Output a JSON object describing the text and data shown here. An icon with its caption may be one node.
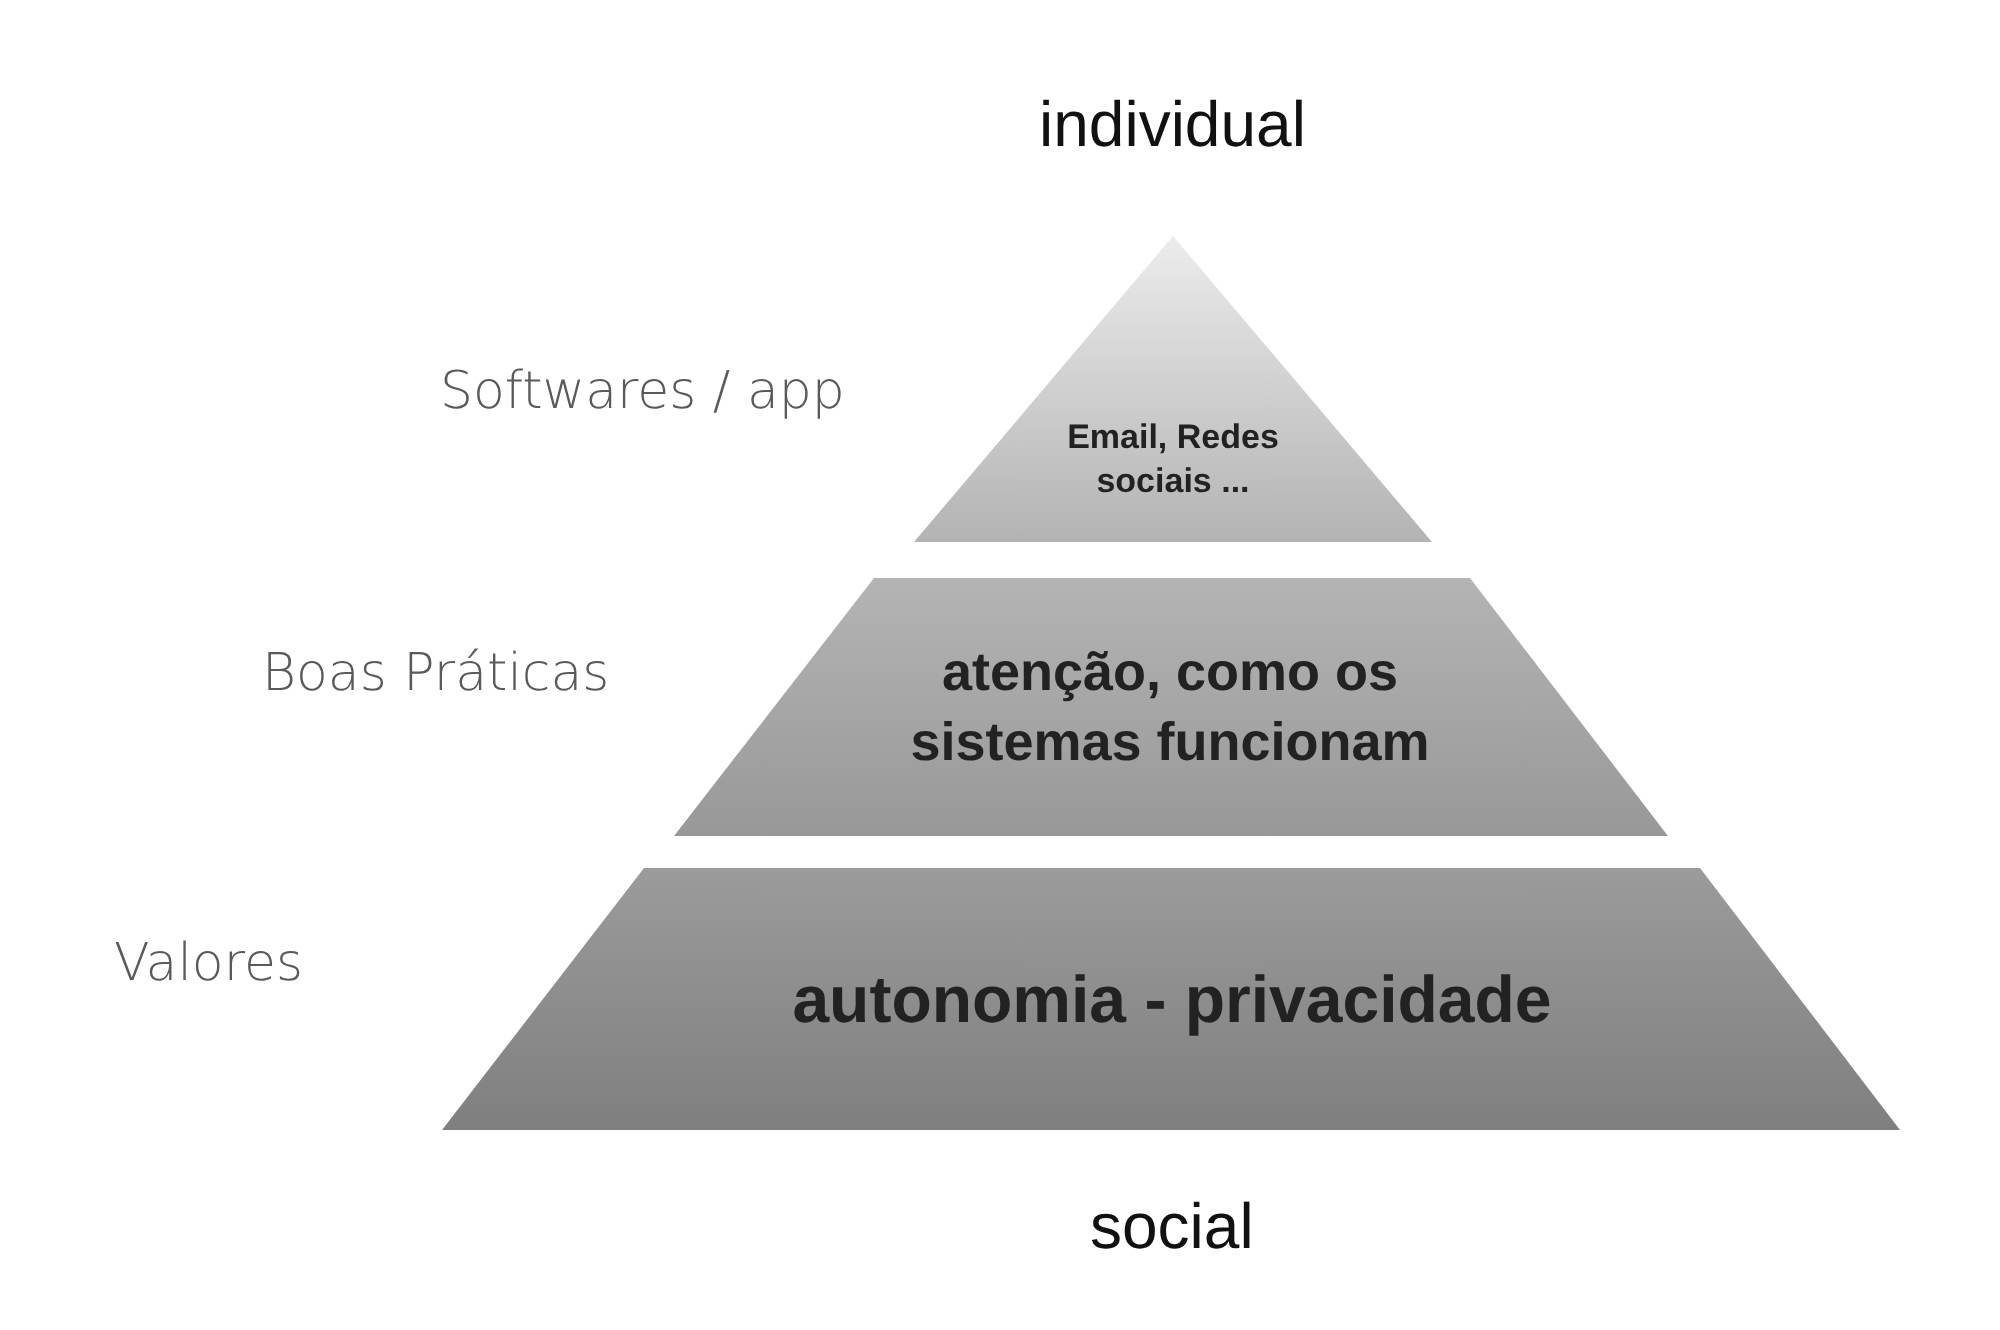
{
  "diagram": {
    "nodes": [
      {
        "text": [
          "Email, Redes sociais ..."
        ],
        "beside": [
          "Softwares / app"
        ]
      },
      {
        "text": [
          "atenção, como os sistemas funcionam"
        ],
        "beside": [
          "Boas Práticas"
        ]
      },
      {
        "text": [
          "autonomia - privacidade"
        ],
        "beside": [
          "Valores"
        ]
      }
    ],
    "labels": [
      "individual",
      "social"
    ]
  }
}
